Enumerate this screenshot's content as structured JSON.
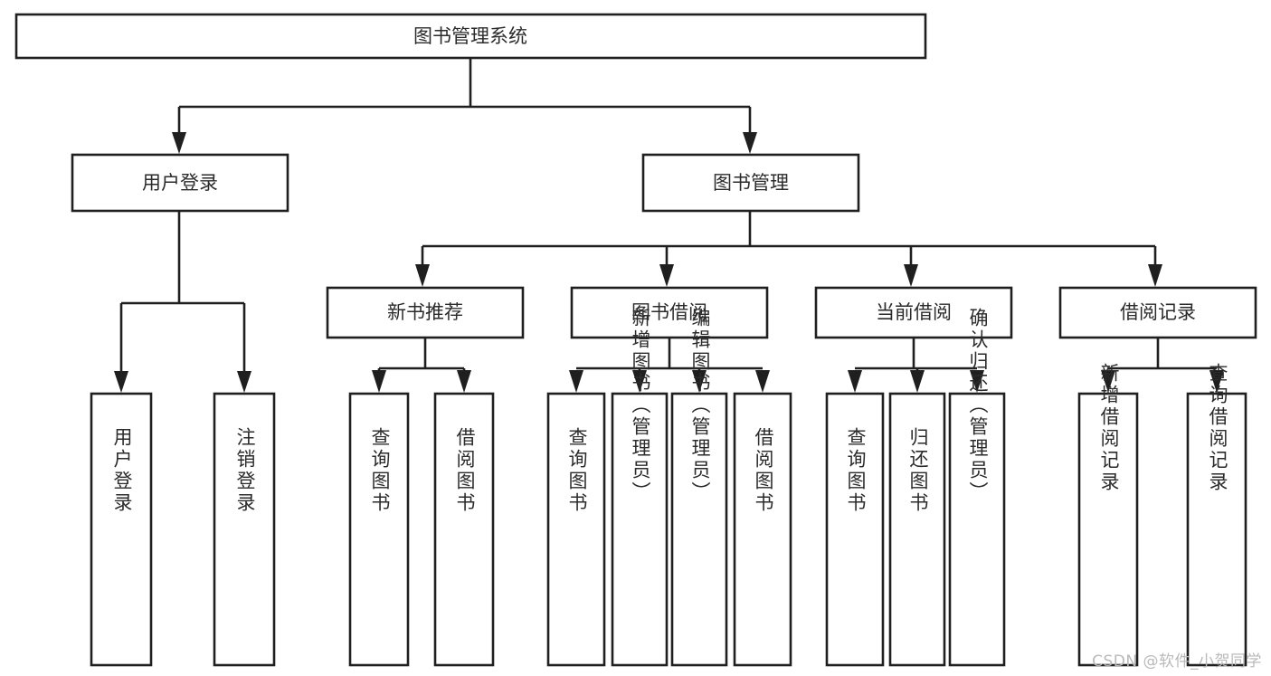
{
  "diagram": {
    "title": "图书管理系统",
    "type": "tree-hierarchy-chart",
    "root": {
      "id": "root",
      "label": "图书管理系统"
    },
    "level2": [
      {
        "id": "user-login",
        "label": "用户登录"
      },
      {
        "id": "book-manage",
        "label": "图书管理"
      }
    ],
    "level3": [
      {
        "id": "new-book-recommend",
        "label": "新书推荐",
        "parent": "book-manage"
      },
      {
        "id": "book-borrow",
        "label": "图书借阅",
        "parent": "book-manage"
      },
      {
        "id": "current-borrow",
        "label": "当前借阅",
        "parent": "book-manage"
      },
      {
        "id": "borrow-record",
        "label": "借阅记录",
        "parent": "book-manage"
      }
    ],
    "leaves": [
      {
        "id": "leaf-user-login",
        "label": "用户登录",
        "parent": "user-login"
      },
      {
        "id": "leaf-logout-login",
        "label": "注销登录",
        "parent": "user-login"
      },
      {
        "id": "leaf-query-book-1",
        "label": "查询图书",
        "parent": "new-book-recommend"
      },
      {
        "id": "leaf-borrow-book-1",
        "label": "借阅图书",
        "parent": "new-book-recommend"
      },
      {
        "id": "leaf-query-book-2",
        "label": "查询图书",
        "parent": "book-borrow"
      },
      {
        "id": "leaf-add-book",
        "label": "新增图书（管理员）",
        "parent": "book-borrow"
      },
      {
        "id": "leaf-edit-book",
        "label": "编辑图书（管理员）",
        "parent": "book-borrow"
      },
      {
        "id": "leaf-borrow-book-2",
        "label": "借阅图书",
        "parent": "book-borrow"
      },
      {
        "id": "leaf-query-book-3",
        "label": "查询图书",
        "parent": "current-borrow"
      },
      {
        "id": "leaf-return-book",
        "label": "归还图书",
        "parent": "current-borrow"
      },
      {
        "id": "leaf-confirm-return",
        "label": "确认归还（管理员）",
        "parent": "current-borrow"
      },
      {
        "id": "leaf-add-record",
        "label": "新增借阅记录",
        "parent": "borrow-record"
      },
      {
        "id": "leaf-query-record",
        "label": "查询借阅记录",
        "parent": "borrow-record"
      }
    ]
  },
  "watermark": {
    "text": "CSDN @软件_小贺同学"
  },
  "colors": {
    "stroke": "#1f1f1f",
    "box_fill": "#ffffff",
    "text": "#2b2b2b",
    "background": "#ffffff",
    "watermark": "#b9b9b9"
  }
}
